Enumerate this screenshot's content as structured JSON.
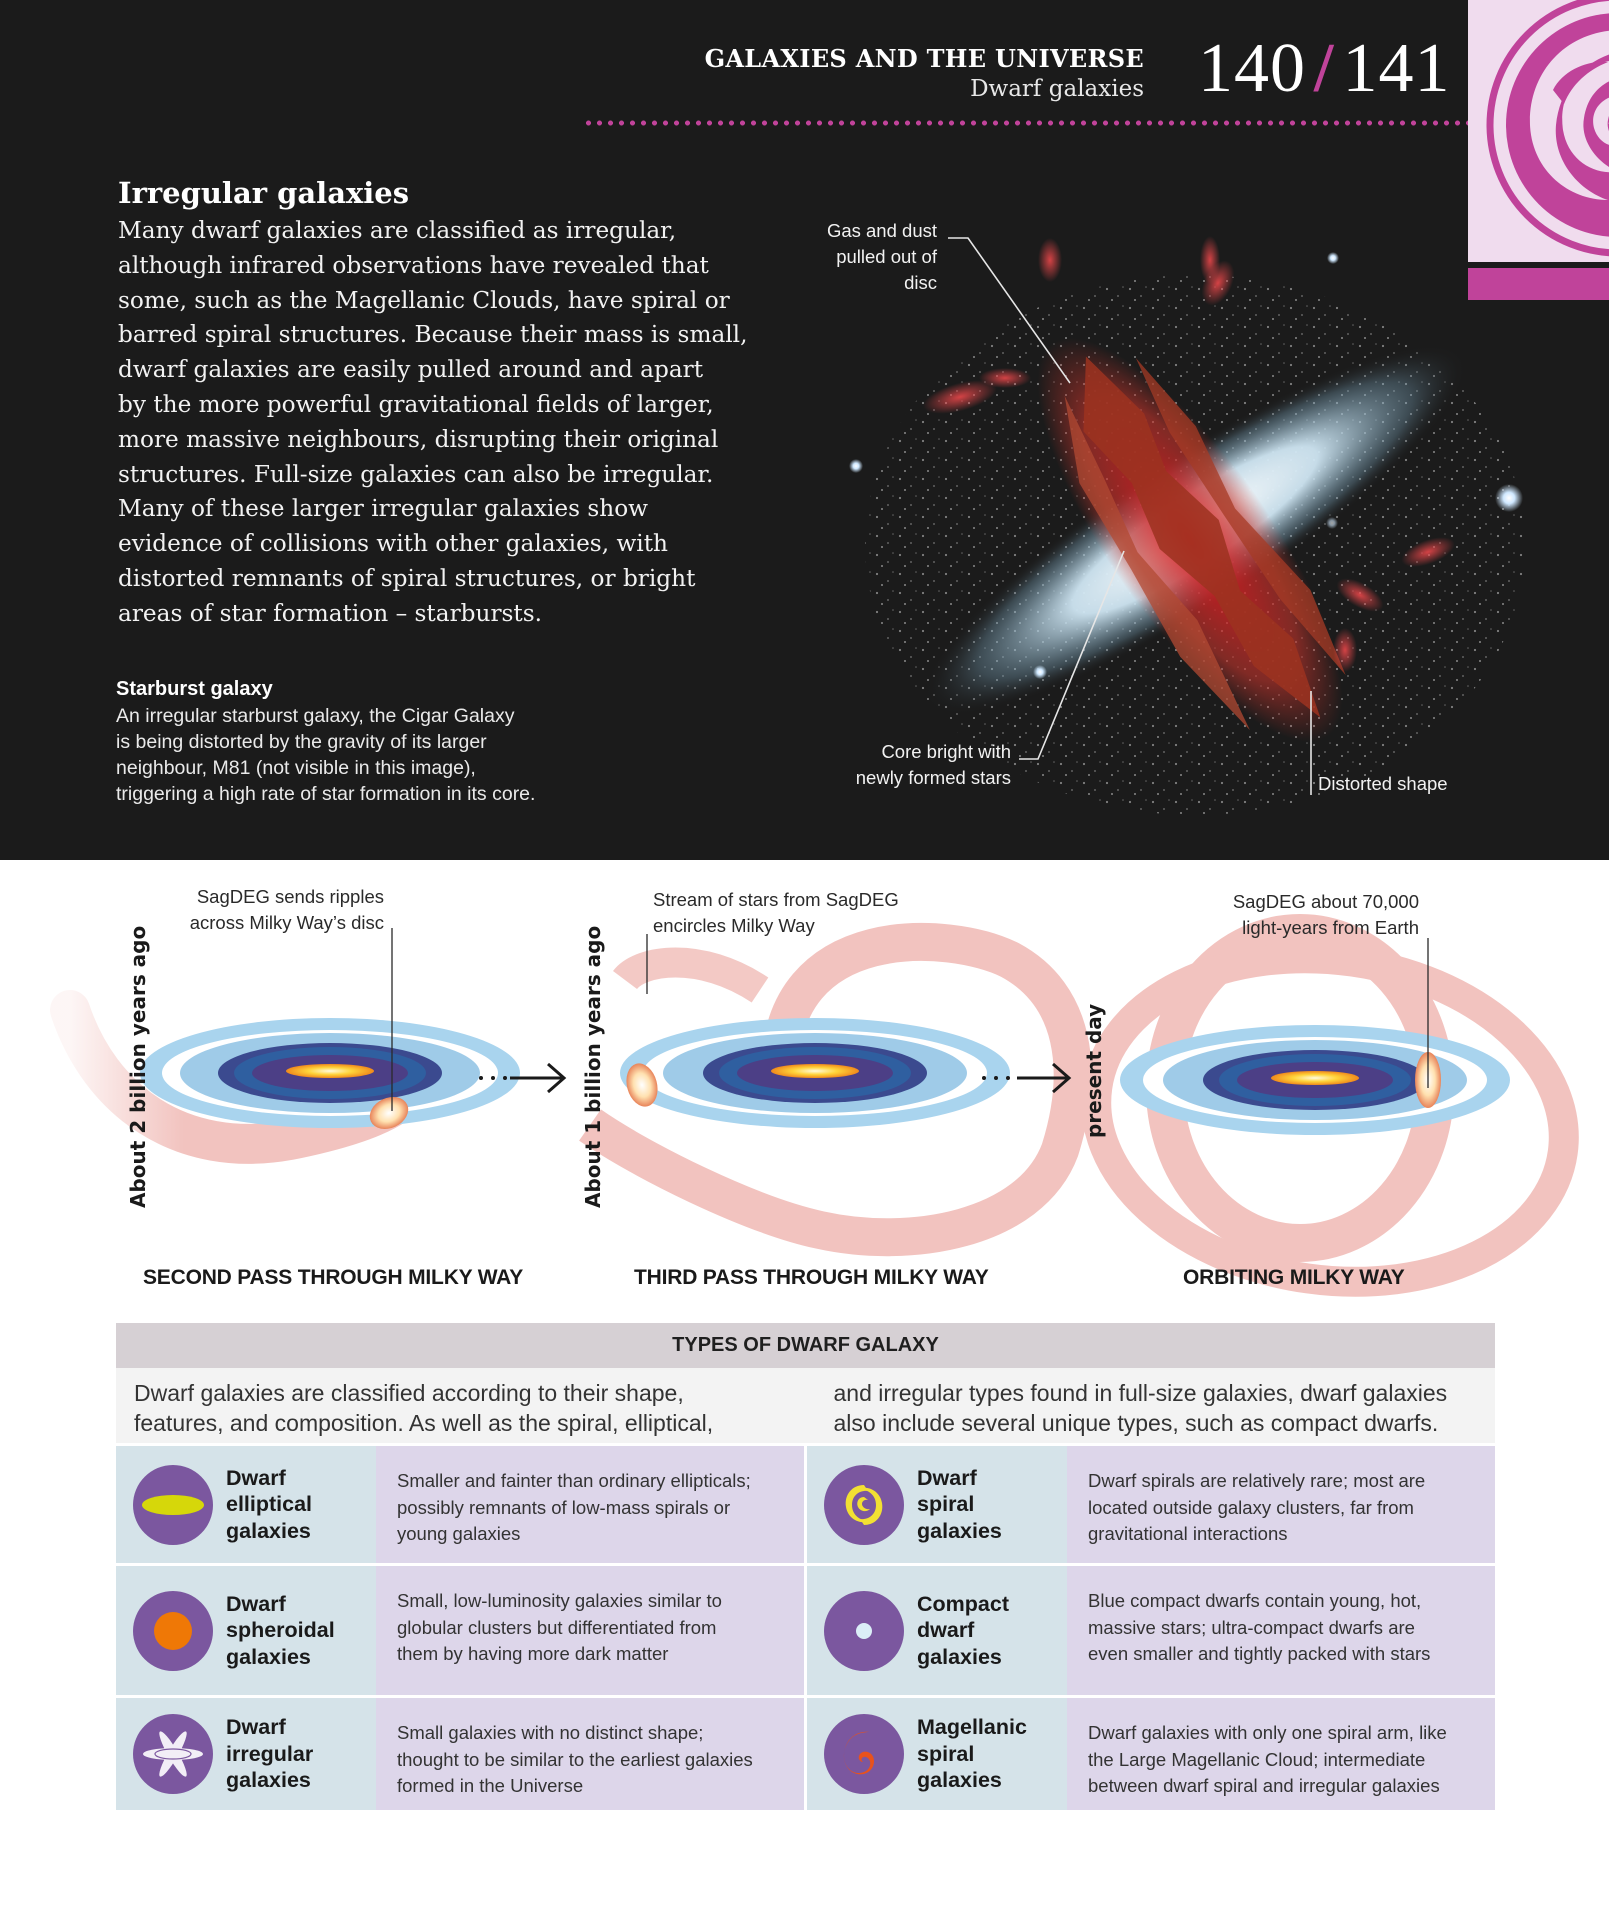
{
  "header": {
    "section_title": "GALAXIES AND THE UNIVERSE",
    "subsection": "Dwarf galaxies",
    "page_left": "140",
    "page_separator": "/",
    "page_right": "141",
    "accent_color": "#c0439a"
  },
  "irregular": {
    "heading": "Irregular galaxies",
    "body_lines": [
      "Many dwarf galaxies are classified as irregular,",
      "although infrared observations have revealed that",
      "some, such as the Magellanic Clouds, have spiral or",
      "barred spiral structures. Because their mass is small,",
      "dwarf galaxies are easily pulled around and apart",
      "by the more powerful gravitational fields of larger,",
      "more massive neighbours, disrupting their original",
      "structures. Full-size galaxies can also be irregular.",
      "Many of these larger irregular galaxies show",
      "evidence of collisions with other galaxies, with",
      "distorted remnants of spiral structures, or bright",
      "areas of star formation – starbursts."
    ]
  },
  "starburst": {
    "heading": "Starburst galaxy",
    "body_lines": [
      "An irregular starburst galaxy, the Cigar Galaxy",
      "is being distorted by the gravity of its larger",
      "neighbour, M81 (not visible in this image),",
      "triggering a high rate of star formation in its core."
    ],
    "callouts": {
      "gas": [
        "Gas and dust",
        "pulled out of",
        "disc"
      ],
      "core": [
        "Core bright with",
        "newly formed stars"
      ],
      "distorted": [
        "Distorted shape"
      ]
    }
  },
  "milky_way": {
    "stages": [
      {
        "time_label": "About 2 billion years ago",
        "annotation": [
          "SagDEG sends ripples",
          "across Milky Way’s disc"
        ],
        "caption": "SECOND PASS THROUGH MILKY WAY"
      },
      {
        "time_label": "About 1 billion years ago",
        "annotation": [
          "Stream of stars from SagDEG",
          "encircles Milky Way"
        ],
        "caption": "THIRD PASS THROUGH MILKY WAY"
      },
      {
        "time_label": "present day",
        "annotation": [
          "SagDEG about 70,000",
          "light-years from Earth"
        ],
        "caption": "ORBITING MILKY WAY"
      }
    ]
  },
  "types_table": {
    "title": "TYPES OF DWARF GALAXY",
    "intro_left": [
      "Dwarf galaxies are classified according to their shape,",
      "features, and composition. As well as the spiral, elliptical,"
    ],
    "intro_right": [
      "and irregular types found in full-size galaxies, dwarf galaxies",
      "also include several unique types, such as compact dwarfs."
    ],
    "rows": [
      {
        "left": {
          "icon": "dwarf-elliptical-icon",
          "name": [
            "Dwarf",
            "elliptical",
            "galaxies"
          ],
          "desc": [
            "Smaller and fainter than ordinary ellipticals;",
            "possibly remnants of low-mass spirals or",
            "young galaxies"
          ]
        },
        "right": {
          "icon": "dwarf-spiral-icon",
          "name": [
            "Dwarf",
            "spiral",
            "galaxies"
          ],
          "desc": [
            "Dwarf spirals are relatively rare; most are",
            "located outside galaxy clusters, far from",
            "gravitational interactions"
          ]
        }
      },
      {
        "left": {
          "icon": "dwarf-spheroidal-icon",
          "name": [
            "Dwarf",
            "spheroidal",
            "galaxies"
          ],
          "desc": [
            "Small, low-luminosity galaxies similar to",
            "globular clusters but differentiated from",
            "them by having more dark matter"
          ]
        },
        "right": {
          "icon": "compact-dwarf-icon",
          "name": [
            "Compact",
            "dwarf",
            "galaxies"
          ],
          "desc": [
            "Blue compact dwarfs contain young, hot,",
            "massive stars; ultra-compact dwarfs are",
            "even smaller and tightly packed with stars"
          ]
        }
      },
      {
        "left": {
          "icon": "dwarf-irregular-icon",
          "name": [
            "Dwarf",
            "irregular",
            "galaxies"
          ],
          "desc": [
            "Small galaxies with no distinct shape;",
            "thought to be similar to the earliest galaxies",
            "formed in the Universe"
          ]
        },
        "right": {
          "icon": "magellanic-spiral-icon",
          "name": [
            "Magellanic",
            "spiral",
            "galaxies"
          ],
          "desc": [
            "Dwarf galaxies with only one spiral arm, like",
            "the Large Magellanic Cloud; intermediate",
            "between dwarf spiral and irregular galaxies"
          ]
        }
      }
    ],
    "colors": {
      "header_bg": "#d6d0d4",
      "name_cell_bg": "#d5e3e9",
      "desc_cell_bg": "#ddd6ea",
      "icon_purple": "#7b579f"
    }
  }
}
